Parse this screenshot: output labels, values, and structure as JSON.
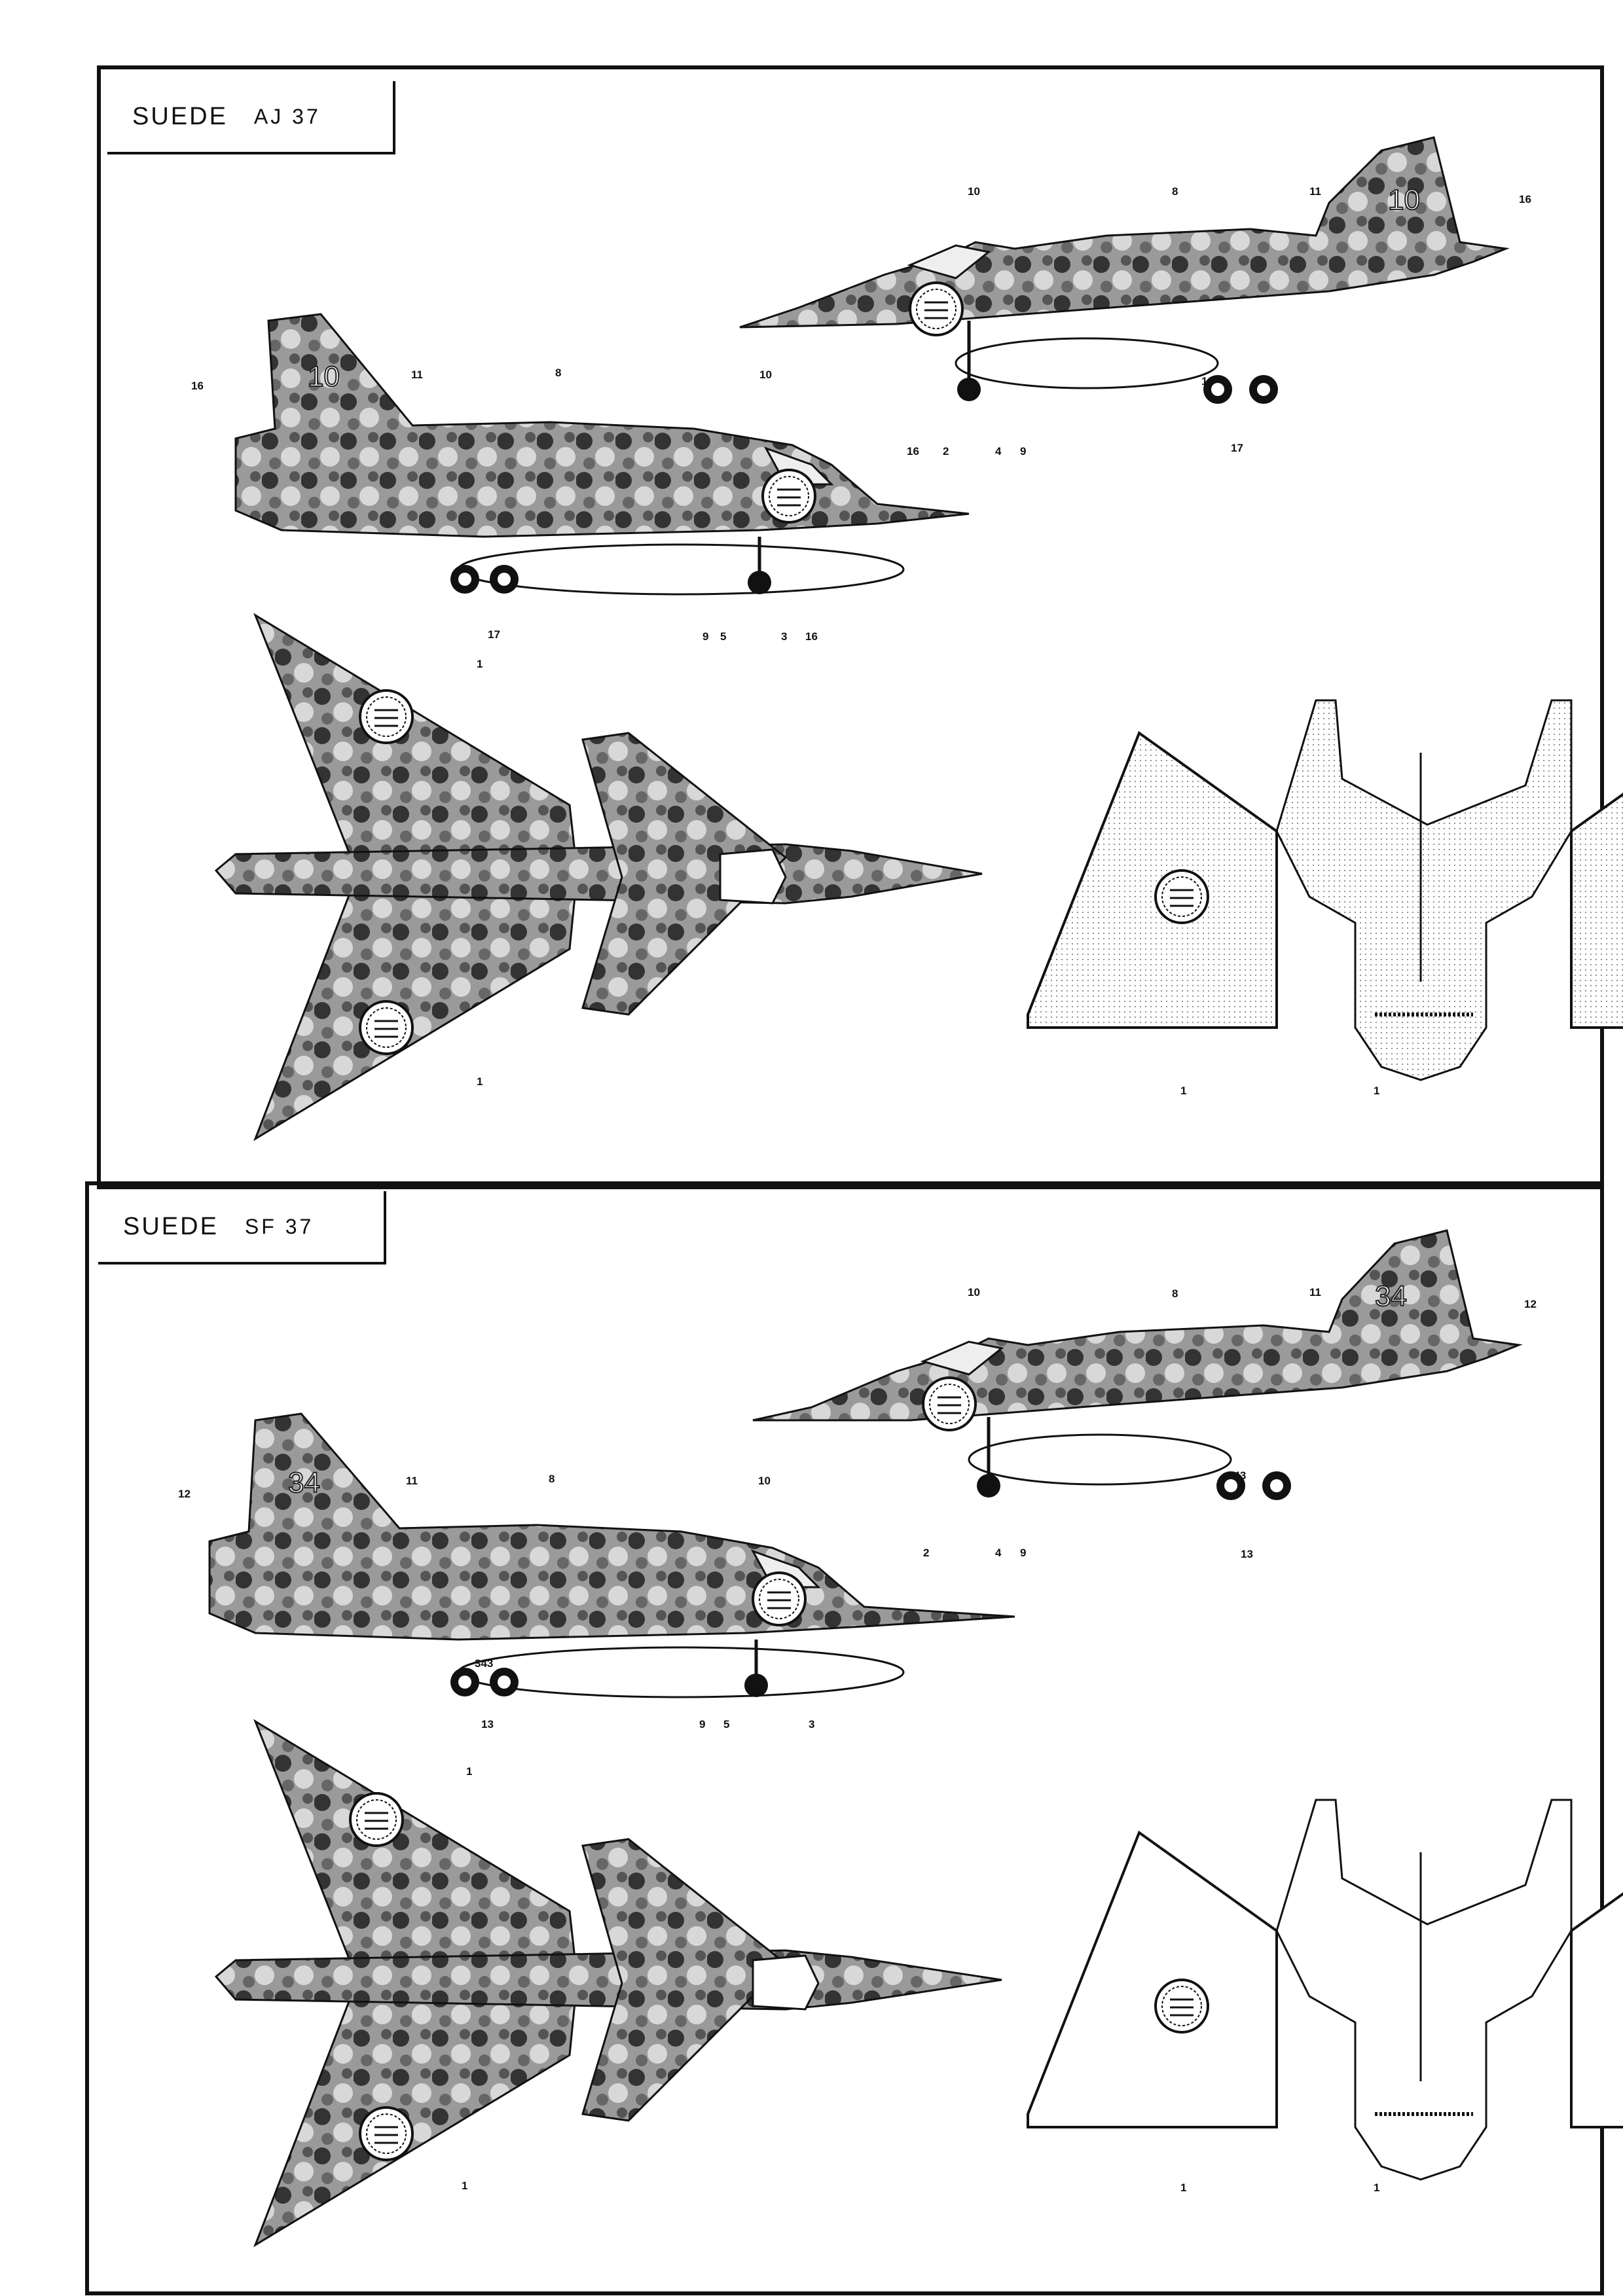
{
  "panels": [
    {
      "country": "SUEDE",
      "variant": "AJ 37",
      "tail_code": "10",
      "wheel_code": "10",
      "callouts_upper_side": [
        "10",
        "8",
        "11",
        "16",
        "16",
        "2",
        "4",
        "9",
        "17"
      ],
      "callouts_lower_side": [
        "16",
        "11",
        "8",
        "10",
        "9",
        "5",
        "3",
        "16",
        "17"
      ],
      "callouts_plan": [
        "1",
        "1"
      ],
      "callouts_underside": [
        "1",
        "1"
      ]
    },
    {
      "country": "SUEDE",
      "variant": "SF 37",
      "tail_code": "34",
      "wheel_code": "343",
      "callouts_upper_side": [
        "10",
        "8",
        "11",
        "12",
        "2",
        "4",
        "9",
        "13"
      ],
      "callouts_lower_side": [
        "12",
        "11",
        "8",
        "10",
        "9",
        "5",
        "3",
        "13"
      ],
      "callouts_plan": [
        "1",
        "1"
      ],
      "callouts_underside": [
        "1",
        "1"
      ]
    }
  ]
}
